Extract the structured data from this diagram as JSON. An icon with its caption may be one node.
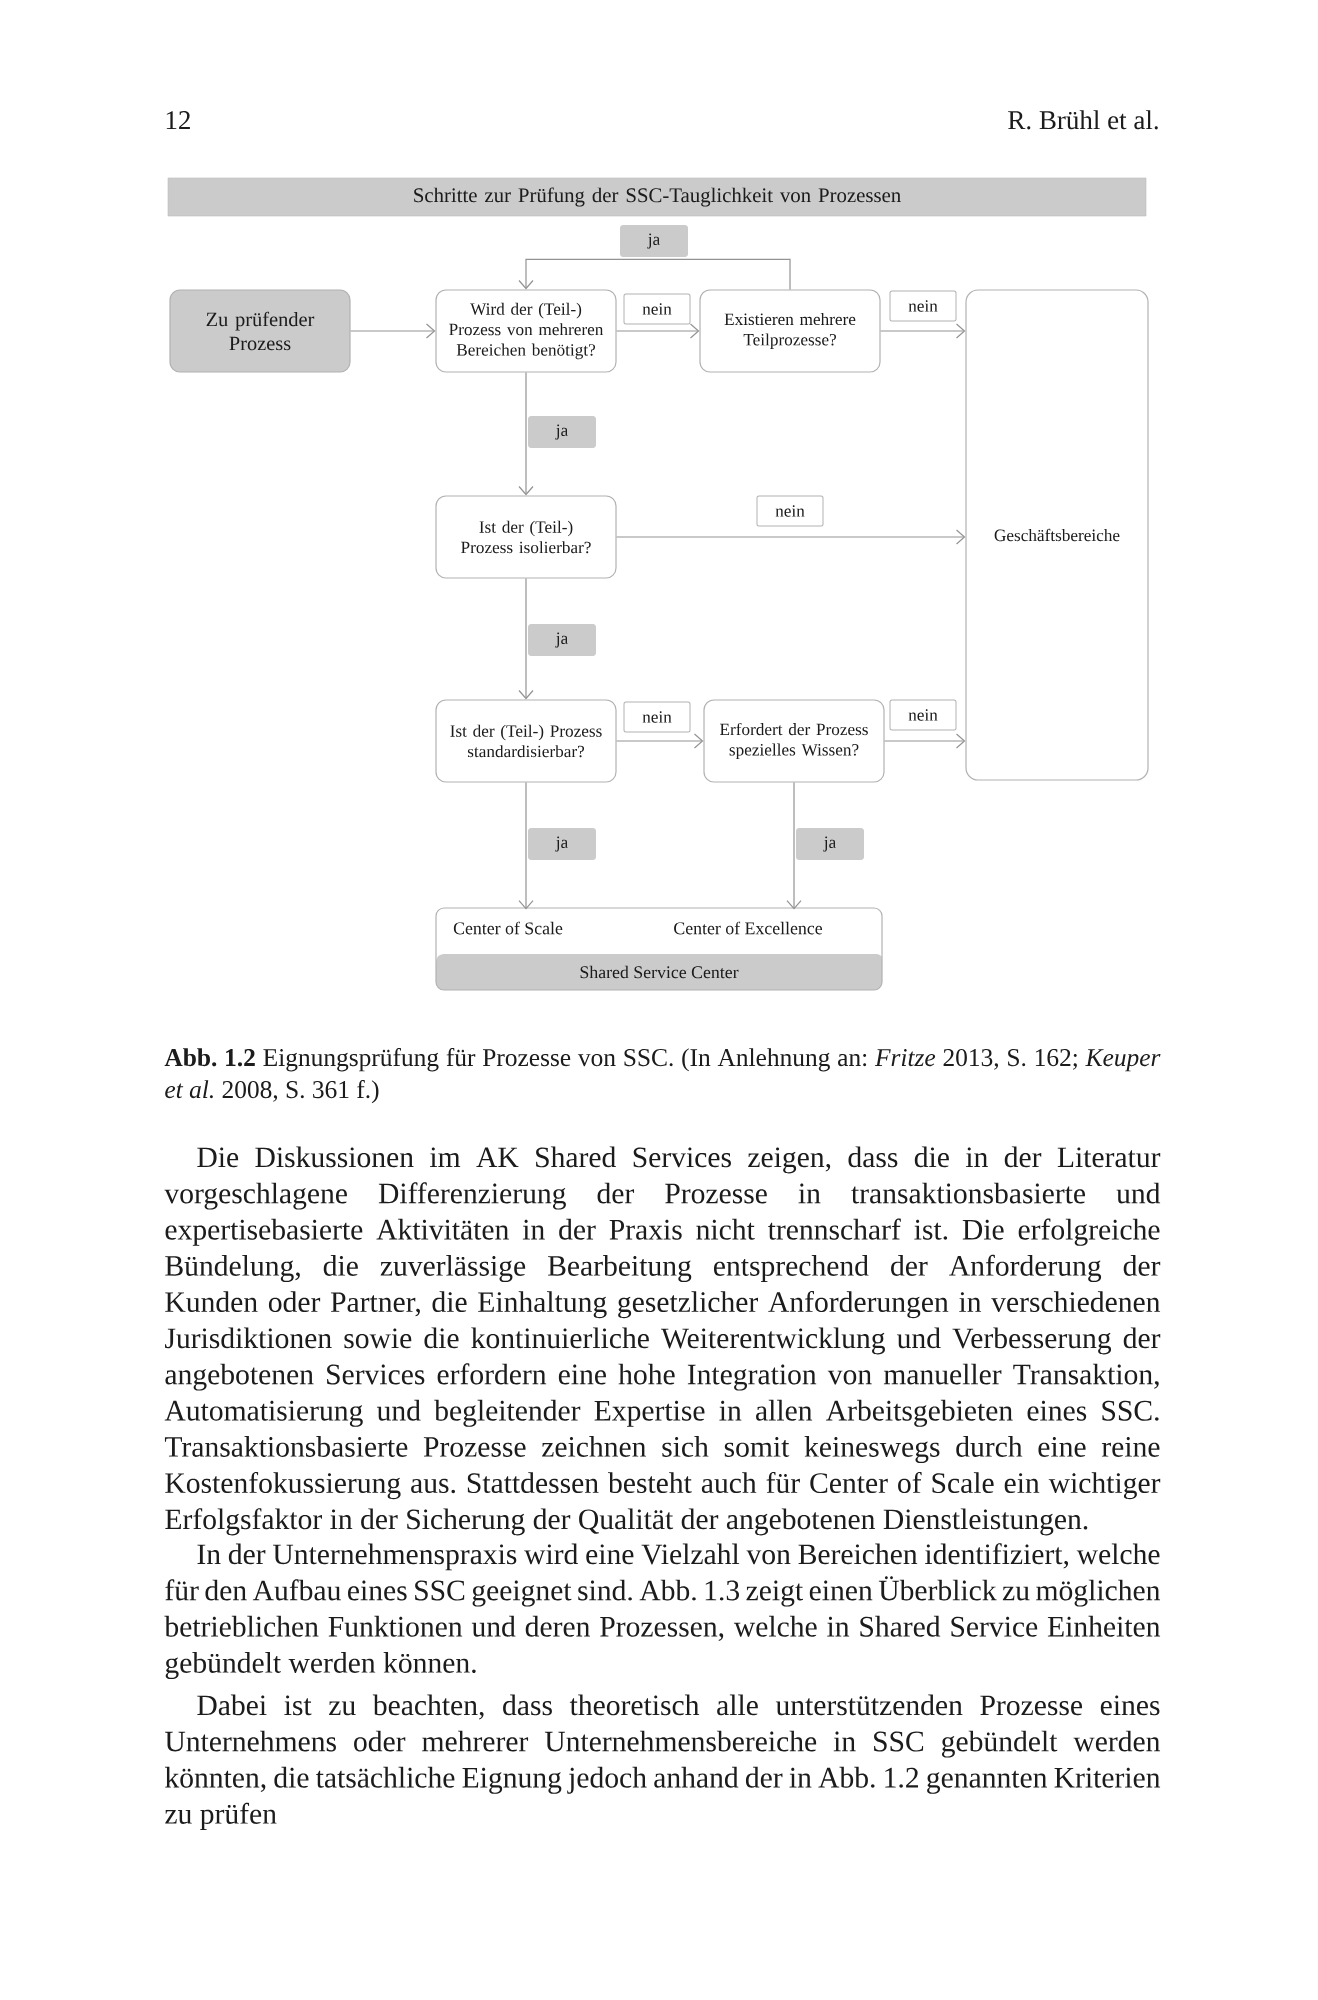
{
  "diagram": {
    "caption": "**Abb. 1.2** Eignungsprüfung für Prozesse von SSC. (In Anlehnung an: *Fritze* 2013, S. 162; *Keuper et al.* 2008, S. 361 f.)",
    "nodes": [
      {
        "text": [
          "Schritte zur Prüfung der SSC-Tauglichkeit von Prozessen"
        ]
      },
      {
        "text": [
          "Zu prüfender Prozess"
        ]
      },
      {
        "text": [
          "Wird der (Teil-) Prozess von mehreren Bereichen benötigt?"
        ]
      },
      {
        "text": [
          "Existieren mehrere Teilprozesse?"
        ]
      },
      {
        "text": [
          "Geschäftsbereiche"
        ]
      },
      {
        "text": [
          "Ist der (Teil-) Prozess isolierbar?"
        ]
      },
      {
        "text": [
          "Ist der (Teil-) Prozess standardisierbar?"
        ]
      },
      {
        "text": [
          "Erfordert der Prozess spezielles Wissen?"
        ]
      },
      {
        "text": [
          "Shared Service Center"
        ]
      },
      {
        "text": [
          "Center of Scale"
        ],
        "in": 8
      },
      {
        "text": [
          "Center of Excellence"
        ],
        "in": 8
      }
    ],
    "edges": [
      {
        "from": 1,
        "to": 2,
        "arrow": "to"
      },
      {
        "from": 2,
        "to": 3,
        "arrow": "to",
        "label": "nein"
      },
      {
        "from": 3,
        "to": 4,
        "arrow": "to",
        "label": "nein"
      },
      {
        "from": 3,
        "to": 2,
        "arrow": "to",
        "label": "ja"
      },
      {
        "from": 2,
        "to": 5,
        "arrow": "to",
        "label": "ja"
      },
      {
        "from": 5,
        "to": 4,
        "arrow": "to",
        "label": "nein"
      },
      {
        "from": 5,
        "to": 6,
        "arrow": "to",
        "label": "ja"
      },
      {
        "from": 6,
        "to": 7,
        "arrow": "to",
        "label": "nein"
      },
      {
        "from": 7,
        "to": 4,
        "arrow": "to",
        "label": "nein"
      },
      {
        "from": 6,
        "to": 9,
        "arrow": "to",
        "label": "ja"
      },
      {
        "from": 7,
        "to": 10,
        "arrow": "to",
        "label": "ja"
      }
    ],
    "labels": [
      "12",
      "R. Brühl et al.",
      "Die Diskussionen im AK Shared Services zeigen, dass die in der Literatur vorgeschlagene Differenzierung der Prozesse in transaktionsbasierte und expertisebasierte Aktivitäten in der Praxis nicht trennscharf ist. Die erfolgreiche Bündelung, die zuverlässige Bearbeitung entsprechend der Anforderung der Kunden oder Partner, die Einhaltung gesetzlicher Anforderungen in verschiedenen Jurisdiktionen sowie die kontinuierliche Weiterentwicklung und Verbesserung der angebotenen Services erfordern eine hohe Integration von manueller Transaktion, Automatisierung und begleitender Expertise in allen Arbeitsgebieten eines SSC. Transaktionsbasierte Prozesse zeichnen sich somit keineswegs durch eine reine Kostenfokussierung aus. Stattdessen besteht auch für Center of Scale ein wichtiger Erfolgsfaktor in der Sicherung der Qualität der angebotenen Dienstleistungen.",
      "In der Unternehmenspraxis wird eine Vielzahl von Bereichen identifiziert, welche für den Aufbau eines SSC geeignet sind. Abb. 1.3 zeigt einen Überblick zu möglichen betrieblichen Funktionen und deren Prozessen, welche in Shared Service Einheiten gebündelt werden können.",
      "Dabei ist zu beachten, dass theoretisch alle unterstützenden Prozesse eines Unternehmens oder mehrerer Unternehmensbereiche in SSC gebündelt werden könnten, die tatsächliche Eignung jedoch anhand der in Abb. 1.2 genannten Kriterien zu prüfen"
    ]
  }
}
